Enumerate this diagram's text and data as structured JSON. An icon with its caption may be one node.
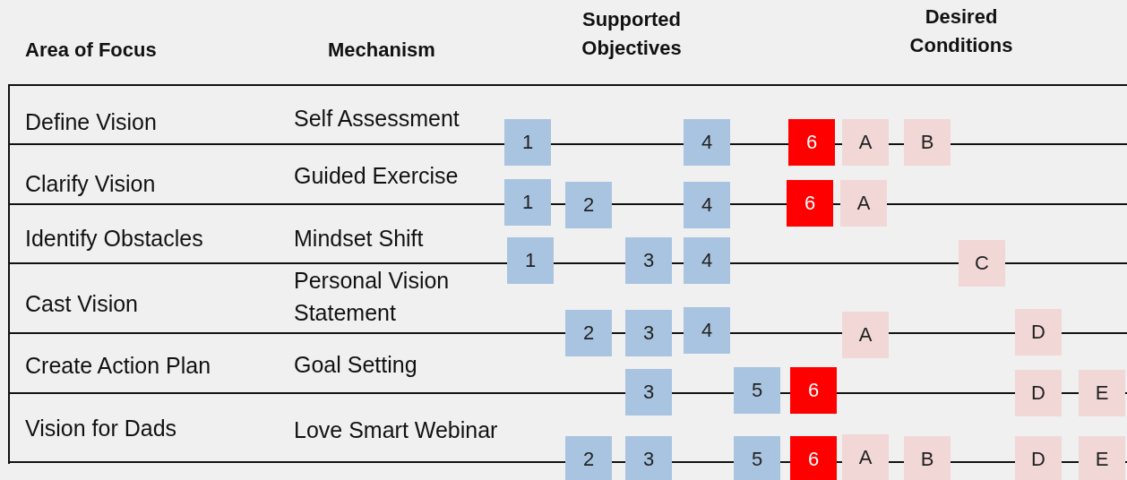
{
  "diagram": {
    "nodes": [
      {
        "text": [
          "1"
        ]
      },
      {
        "text": [
          "4"
        ]
      },
      {
        "text": [
          "6"
        ]
      },
      {
        "text": [
          "A"
        ]
      },
      {
        "text": [
          "B"
        ]
      },
      {
        "text": [
          "1"
        ]
      },
      {
        "text": [
          "2"
        ]
      },
      {
        "text": [
          "4"
        ]
      },
      {
        "text": [
          "6"
        ]
      },
      {
        "text": [
          "A"
        ]
      },
      {
        "text": [
          "1"
        ]
      },
      {
        "text": [
          "3"
        ]
      },
      {
        "text": [
          "4"
        ]
      },
      {
        "text": [
          "C"
        ]
      },
      {
        "text": [
          "2"
        ]
      },
      {
        "text": [
          "3"
        ]
      },
      {
        "text": [
          "4"
        ]
      },
      {
        "text": [
          "A"
        ]
      },
      {
        "text": [
          "D"
        ]
      },
      {
        "text": [
          "3"
        ]
      },
      {
        "text": [
          "5"
        ]
      },
      {
        "text": [
          "6"
        ]
      },
      {
        "text": [
          "D"
        ]
      },
      {
        "text": [
          "E"
        ]
      },
      {
        "text": [
          "2"
        ]
      },
      {
        "text": [
          "3"
        ]
      },
      {
        "text": [
          "5"
        ]
      },
      {
        "text": [
          "6"
        ]
      },
      {
        "text": [
          "A"
        ]
      },
      {
        "text": [
          "B"
        ]
      },
      {
        "text": [
          "D"
        ]
      },
      {
        "text": [
          "E"
        ]
      }
    ],
    "labels": [
      "Area of Focus",
      "Mechanism",
      "Supported Objectives",
      "Desired Conditions",
      "Define Vision",
      "Self Assessment",
      "Clarify Vision",
      "Guided Exercise",
      "Identify Obstacles",
      "Mindset Shift",
      "Cast Vision",
      "Personal Vision Statement",
      "Create Action Plan",
      "Goal Setting",
      "Vision for Dads",
      "Love Smart Webinar"
    ]
  }
}
